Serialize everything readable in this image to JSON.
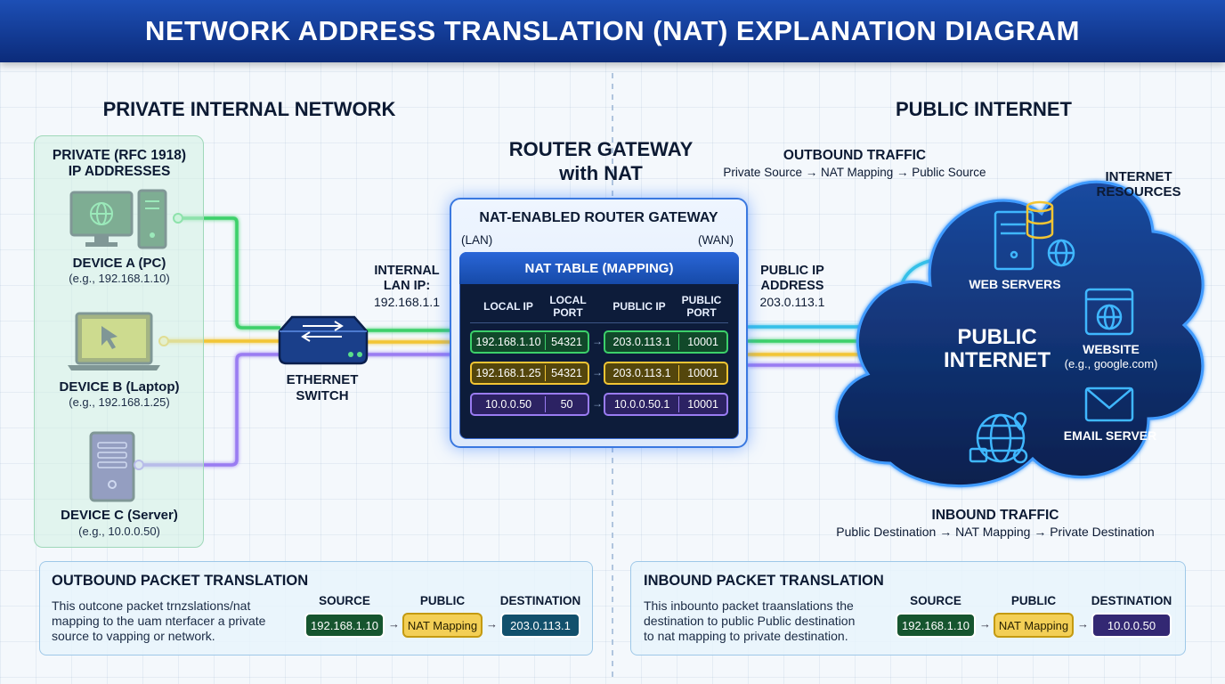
{
  "title": "NETWORK ADDRESS TRANSLATION (NAT) EXPLANATION DIAGRAM",
  "private_section": {
    "heading": "PRIVATE INTERNAL NETWORK",
    "panel_title": "PRIVATE (RFC 1918)\nIP ADDRESSES",
    "devices": [
      {
        "name": "DEVICE A (PC)",
        "ip": "(e.g., 192.168.1.10)"
      },
      {
        "name": "DEVICE B (Laptop)",
        "ip": "(e.g., 192.168.1.25)"
      },
      {
        "name": "DEVICE C (Server)",
        "ip": "(e.g., 10.0.0.50)"
      }
    ]
  },
  "switch": {
    "label": "ETHERNET\nSWITCH"
  },
  "internal_lan": {
    "label": "INTERNAL\nLAN IP:",
    "ip": "192.168.1.1"
  },
  "router": {
    "heading": "ROUTER GATEWAY\nwith NAT",
    "box_title": "NAT-ENABLED ROUTER GATEWAY",
    "lan": "(LAN)",
    "wan": "(WAN)",
    "table_title": "NAT TABLE (MAPPING)",
    "columns": [
      "LOCAL IP",
      "LOCAL\nPORT",
      "PUBLIC IP",
      "PUBLIC\nPORT"
    ],
    "rows": [
      {
        "local_ip": "192.168.1.10",
        "local_port": "54321",
        "public_ip": "203.0.113.1",
        "public_port": "10001",
        "color": "green"
      },
      {
        "local_ip": "192.168.1.25",
        "local_port": "54321",
        "public_ip": "203.0.113.1",
        "public_port": "10001",
        "color": "yellow"
      },
      {
        "local_ip": "10.0.0.50",
        "local_port": "50",
        "public_ip": "10.0.0.50.1",
        "public_port": "10001",
        "color": "purple"
      }
    ]
  },
  "public_ip": {
    "label": "PUBLIC IP\nADDRESS",
    "ip": "203.0.113.1"
  },
  "public_section": {
    "heading": "PUBLIC INTERNET",
    "outbound_title": "OUTBOUND TRAFFIC",
    "outbound_flow": "Private Source → NAT Mapping → Public Source",
    "inbound_title": "INBOUND TRAFFIC",
    "inbound_flow": "Public Destination → NAT Mapping → Private Destination",
    "internet_resources": "INTERNET\nRESOURCES",
    "cloud_label": "PUBLIC\nINTERNET",
    "web_servers": "WEB SERVERS",
    "website": "WEBSITE",
    "website_example": "(e.g., google.com)",
    "email_server": "EMAIL SERVER"
  },
  "outbound_panel": {
    "title": "OUTBOUND PACKET TRANSLATION",
    "text": "This outcone packet trnzslations/nat\nmapping to the uam nterfacer a private\nsource to vapping or network.",
    "headers": [
      "SOURCE",
      "PUBLIC",
      "DESTINATION"
    ],
    "values": [
      "192.168.1.10",
      "NAT Mapping",
      "203.0.113.1"
    ]
  },
  "inbound_panel": {
    "title": "INBOUND PACKET TRANSLATION",
    "text": "This inbounto packet traanslations the\ndestination to public Public destination\nto nat mapping to private destination.",
    "headers": [
      "SOURCE",
      "PUBLIC",
      "DESTINATION"
    ],
    "values": [
      "192.168.1.10",
      "NAT Mapping",
      "10.0.0.50"
    ]
  },
  "colors": {
    "green": "#3cd06a",
    "yellow": "#f2c534",
    "purple": "#9a7cf2",
    "cyan": "#35c0e8",
    "title_blue": "#0b2b7a",
    "cloud": "#0f2f6e"
  }
}
